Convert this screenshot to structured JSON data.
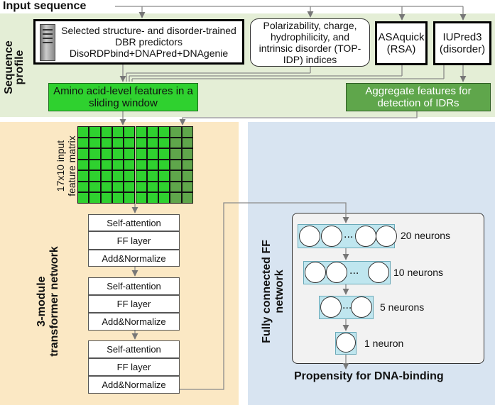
{
  "title": "Input sequence",
  "sequence_profile": {
    "label": "Sequence profile",
    "predictors_box": "Selected structure- and disorder-trained DBR predictors DisoRDPbind+DNAPred+DNAgenie",
    "indices_box": "Polarizability, charge, hydrophilicity, and intrinsic disorder (TOP-IDP) indices",
    "asaquick_box": "ASAquick (RSA)",
    "iupred_box": "IUPred3 (disorder)",
    "amino_features": "Amino acid-level features in a sliding window",
    "aggregate_features": "Aggregate features for detection of IDRs"
  },
  "transformer": {
    "label": "3-module transformer network",
    "matrix_label": "17x10 input feature matrix",
    "modules": [
      {
        "layers": [
          "Self-attention",
          "FF layer",
          "Add&Normalize"
        ]
      },
      {
        "layers": [
          "Self-attention",
          "FF layer",
          "Add&Normalize"
        ]
      },
      {
        "layers": [
          "Self-attention",
          "FF layer",
          "Add&Normalize"
        ]
      }
    ]
  },
  "ff_network": {
    "label": "Fully connected FF network",
    "ellipsis": "...",
    "layers": [
      {
        "label": "20 neurons"
      },
      {
        "label": "10 neurons"
      },
      {
        "label": "5 neurons"
      },
      {
        "label": "1 neuron"
      }
    ],
    "output": "Propensity for DNA-binding"
  },
  "colors": {
    "profile_bg": "#e4eed6",
    "transformer_bg": "#fbe8c4",
    "ff_bg": "#d8e4f1",
    "bright_green": "#2fd12f",
    "dark_green": "#5fa64b",
    "neuron_row": "#bfe6ef",
    "ff_box": "#f2f2f2"
  },
  "icons": [
    "server-icon"
  ]
}
